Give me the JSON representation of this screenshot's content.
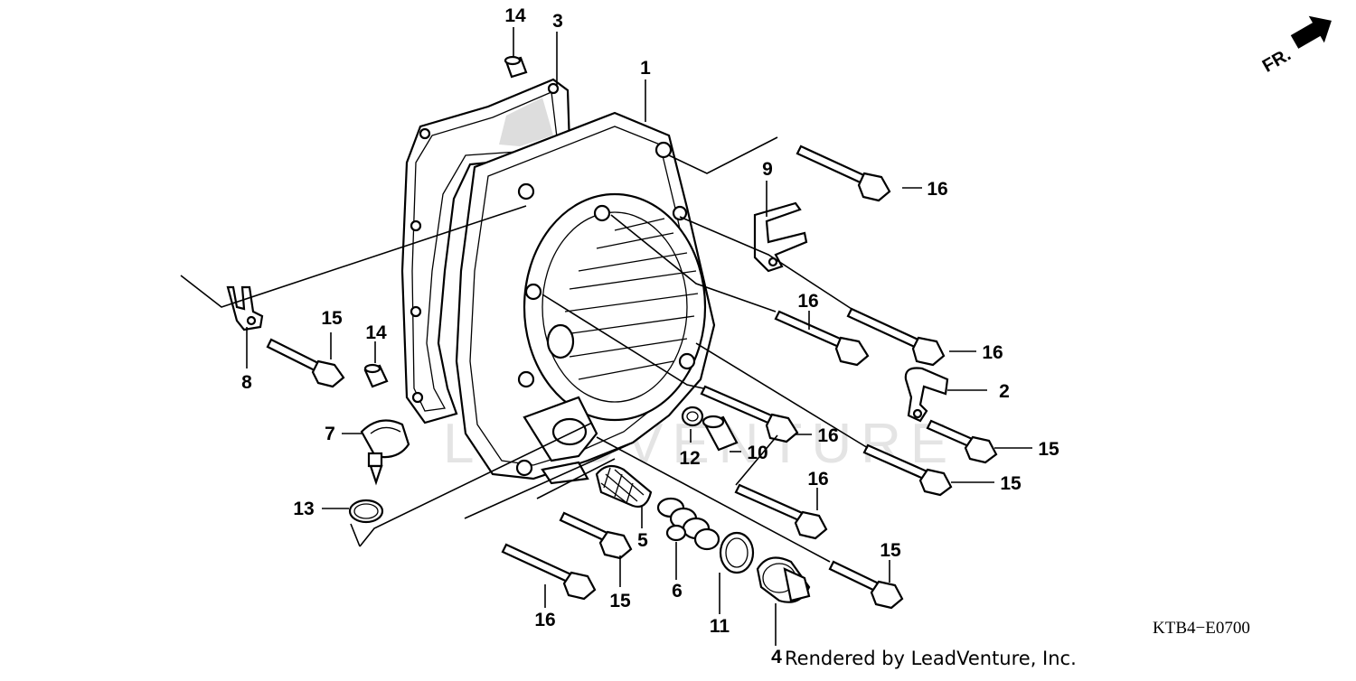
{
  "diagram": {
    "callouts": {
      "p1": "1",
      "p2": "2",
      "p3": "3",
      "p4": "4",
      "p5": "5",
      "p6": "6",
      "p7": "7",
      "p8": "8",
      "p9": "9",
      "p10": "10",
      "p11": "11",
      "p12": "12",
      "p13": "13",
      "p14a": "14",
      "p14b": "14",
      "p15a": "15",
      "p15b": "15",
      "p15c": "15",
      "p15d": "15",
      "p15e": "15",
      "p16a": "16",
      "p16b": "16",
      "p16c": "16",
      "p16d": "16",
      "p16e": "16",
      "p16f": "16"
    },
    "direction_label": "FR.",
    "diagram_code": "KTB4−E0700",
    "credit": "Rendered by LeadVenture, Inc.",
    "watermark_text": "LEADVENTURE"
  }
}
